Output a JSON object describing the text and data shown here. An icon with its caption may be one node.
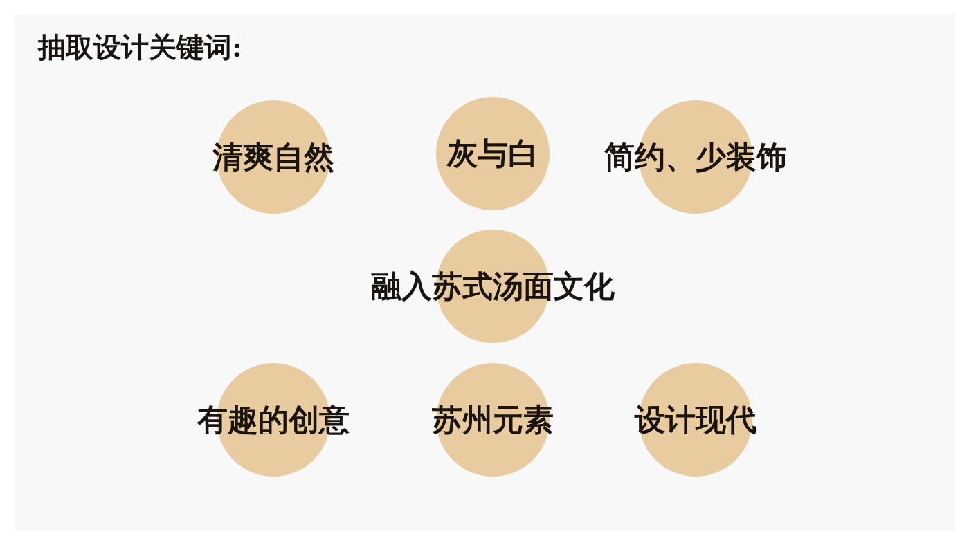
{
  "diagram": {
    "title": "抽取设计关键词:",
    "nodes": [
      {
        "text": [
          "清爽自然"
        ]
      },
      {
        "text": [
          "灰与白"
        ]
      },
      {
        "text": [
          "简约、少装饰"
        ]
      },
      {
        "text": [
          "融入苏式汤面文化"
        ]
      },
      {
        "text": [
          "有趣的创意"
        ]
      },
      {
        "text": [
          "苏州元素"
        ]
      },
      {
        "text": [
          "设计现代"
        ]
      }
    ]
  }
}
